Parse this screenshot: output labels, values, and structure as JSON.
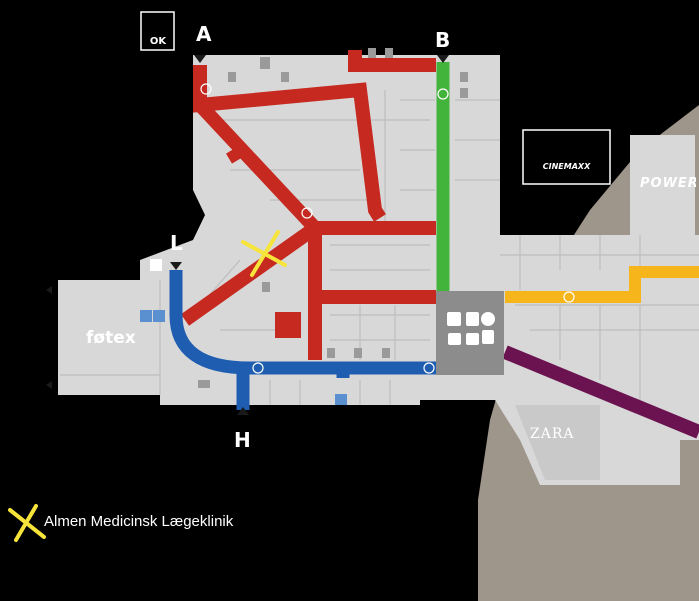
{
  "entrances": {
    "a": "A",
    "b": "B",
    "l": "L",
    "h": "H"
  },
  "stores": {
    "ok": "OK",
    "cinemaxx": "CINEMAXX",
    "power": "POWER",
    "fotex": "føtex",
    "zara": "ZARA"
  },
  "legend": {
    "label": "Almen Medicinsk Lægeklinik"
  },
  "colors": {
    "background": "#000000",
    "floor": "#d8d8d8",
    "floor_lines": "#bdbdbd",
    "outer_zone": "#9e958b",
    "route_red": "#c62920",
    "route_green": "#43b43b",
    "route_blue": "#1f5db0",
    "route_yellow": "#f5b51b",
    "route_purple": "#6b1350",
    "info_hub": "#8c8c8c",
    "marker_yellow": "#f7e43a"
  },
  "icons": {
    "info": "info-icon",
    "restroom": "restroom-icon",
    "food": "restaurant-icon",
    "elevator": "elevator-icon",
    "accessible": "wheelchair-icon",
    "location_marker": "x-marker-icon"
  }
}
